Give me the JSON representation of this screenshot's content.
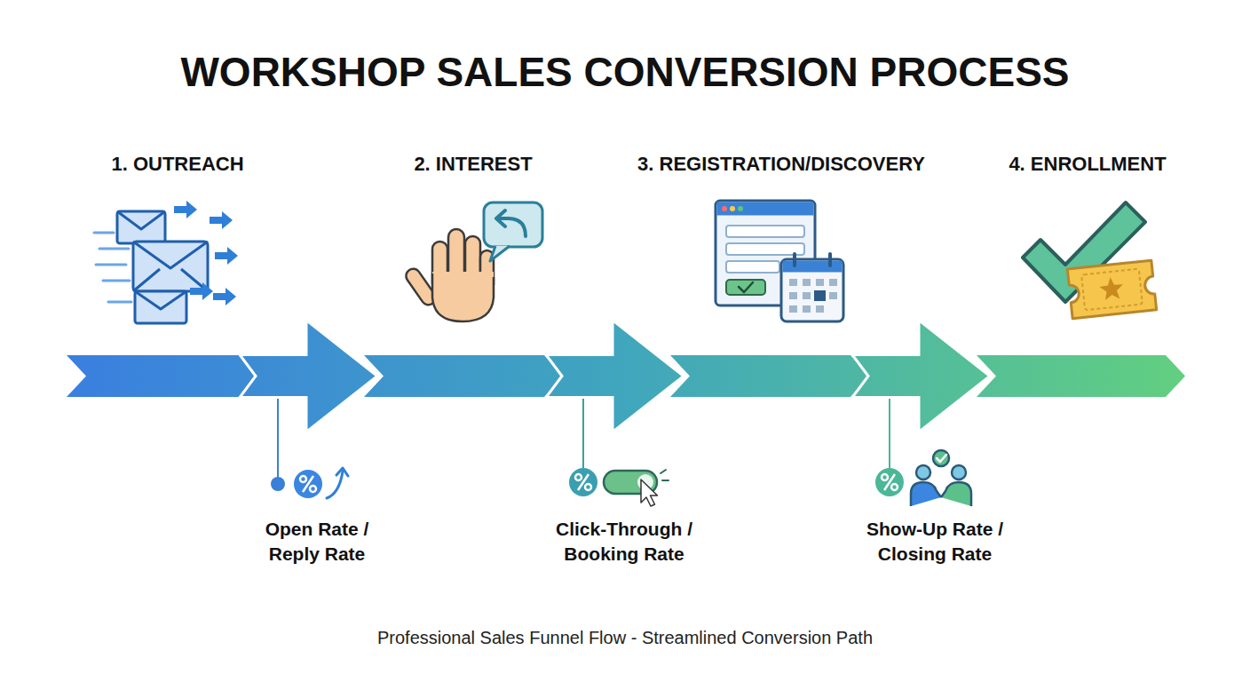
{
  "diagram": {
    "title": "WORKSHOP SALES CONVERSION PROCESS",
    "caption": "Professional Sales Funnel Flow - Streamlined Conversion Path",
    "nodes": [
      {
        "text": [
          "1. OUTREACH"
        ]
      },
      {
        "text": [
          "2. INTEREST"
        ]
      },
      {
        "text": [
          "3. REGISTRATION/DISCOVERY"
        ]
      },
      {
        "text": [
          "4. ENROLLMENT"
        ]
      }
    ],
    "edges": [
      {
        "from": 0,
        "to": 1,
        "arrow": "to",
        "label": "Open Rate / Reply Rate"
      },
      {
        "from": 1,
        "to": 2,
        "arrow": "to",
        "label": "Click-Through / Booking Rate"
      },
      {
        "from": 2,
        "to": 3,
        "arrow": "to",
        "label": "Show-Up Rate / Closing Rate"
      }
    ]
  }
}
